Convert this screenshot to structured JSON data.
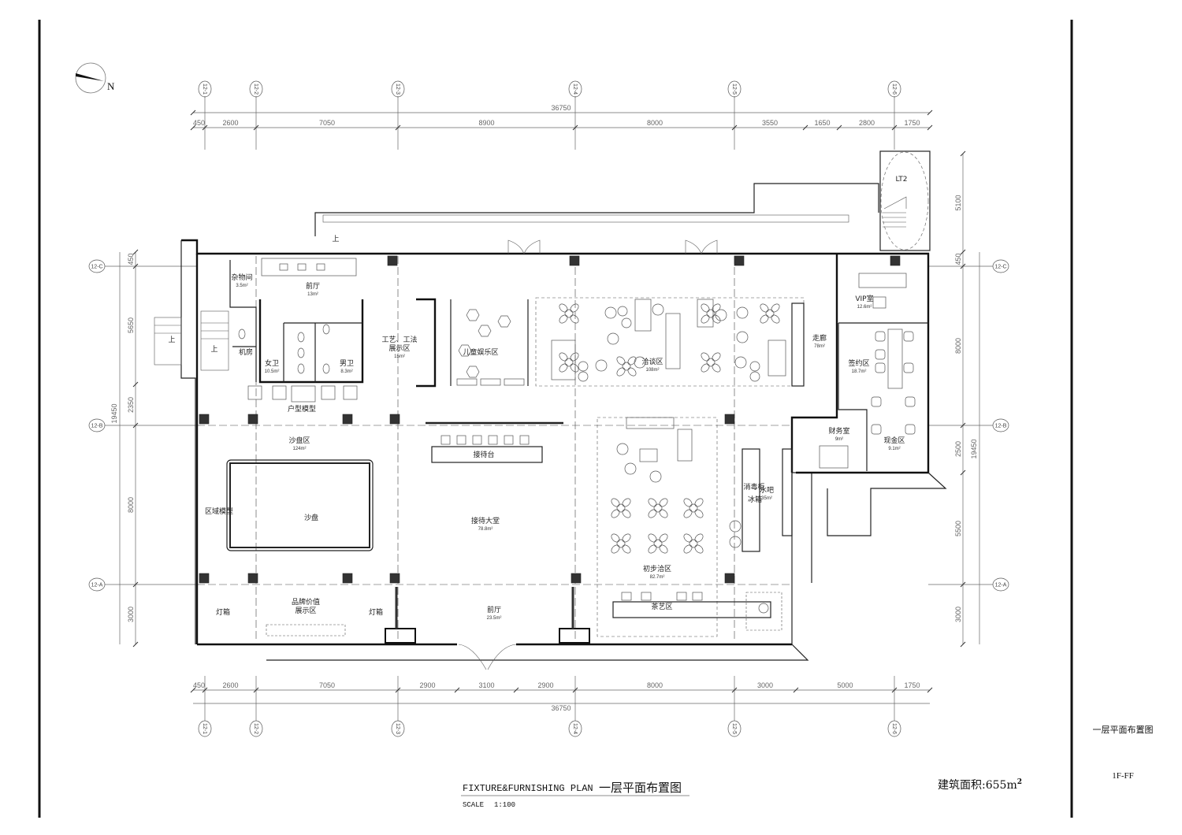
{
  "title_block": {
    "plan_title_en": "FIXTURE&FURNISHING PLAN",
    "plan_title_cn": "一层平面布置图",
    "scale_label": "SCALE",
    "scale_value": "1:100",
    "area_label": "建筑面积:655m",
    "area_sup": "2",
    "sheet_name": "一层平面布置图",
    "sheet_code": "1F-FF"
  },
  "north_arrow": {
    "label": "N"
  },
  "grid": {
    "columns": [
      "12-1",
      "12-2",
      "12-3",
      "12-4",
      "12-5",
      "12-6"
    ],
    "rows": [
      "12-C",
      "12-B",
      "12-A"
    ]
  },
  "dimensions": {
    "top_total": "36750",
    "top_segments": [
      "450",
      "2600",
      "7050",
      "8900",
      "8000",
      "3550",
      "1650",
      "2800",
      "1750"
    ],
    "bottom_total": "36750",
    "bottom_segments": [
      "450",
      "2600",
      "7050",
      "2900",
      "3100",
      "2900",
      "8000",
      "3000",
      "5000",
      "1750"
    ],
    "left_total": "19450",
    "left_segments": [
      "450",
      "5650",
      "2350",
      "8000",
      "3000"
    ],
    "right_total": "19450",
    "right_segments": [
      "5100",
      "450",
      "8000",
      "2500",
      "5500",
      "3000"
    ]
  },
  "rooms": [
    {
      "name": "杂物间",
      "area": "3.5m²"
    },
    {
      "name": "前厅",
      "area": "13m²"
    },
    {
      "name": "女卫",
      "area": "10.5m²"
    },
    {
      "name": "男卫",
      "area": "8.3m²"
    },
    {
      "name": "机房",
      "area": ""
    },
    {
      "name": "工艺、工法",
      "name2": "展示区",
      "area": "15m²"
    },
    {
      "name": "儿童娱乐区",
      "area": ""
    },
    {
      "name": "洽谈区",
      "area": "108m²"
    },
    {
      "name": "走廊",
      "area": "78m²"
    },
    {
      "name": "VIP室",
      "area": "12.6m²"
    },
    {
      "name": "签约区",
      "area": "18.7m²"
    },
    {
      "name": "财务室",
      "area": "9m²"
    },
    {
      "name": "现金区",
      "area": "9.1m²"
    },
    {
      "name": "户型模型",
      "area": ""
    },
    {
      "name": "沙盘区",
      "area": "124m²"
    },
    {
      "name": "接待台",
      "area": ""
    },
    {
      "name": "区域模型",
      "area": ""
    },
    {
      "name": "沙盘",
      "area": ""
    },
    {
      "name": "接待大堂",
      "area": "78.8m²"
    },
    {
      "name": "水吧",
      "area": "35m²"
    },
    {
      "name": "消毒柜",
      "area": ""
    },
    {
      "name": "冰箱",
      "area": ""
    },
    {
      "name": "初步洽区",
      "area": "82.7m²"
    },
    {
      "name": "茶艺区",
      "area": ""
    },
    {
      "name": "品牌价值",
      "name2": "展示区",
      "area": ""
    },
    {
      "name": "灯箱",
      "area": ""
    },
    {
      "name": "灯箱",
      "area": ""
    },
    {
      "name": "前厅",
      "area": "23.5m²"
    },
    {
      "name": "LT2",
      "area": ""
    }
  ],
  "stair_labels": [
    "上",
    "上",
    "上"
  ]
}
